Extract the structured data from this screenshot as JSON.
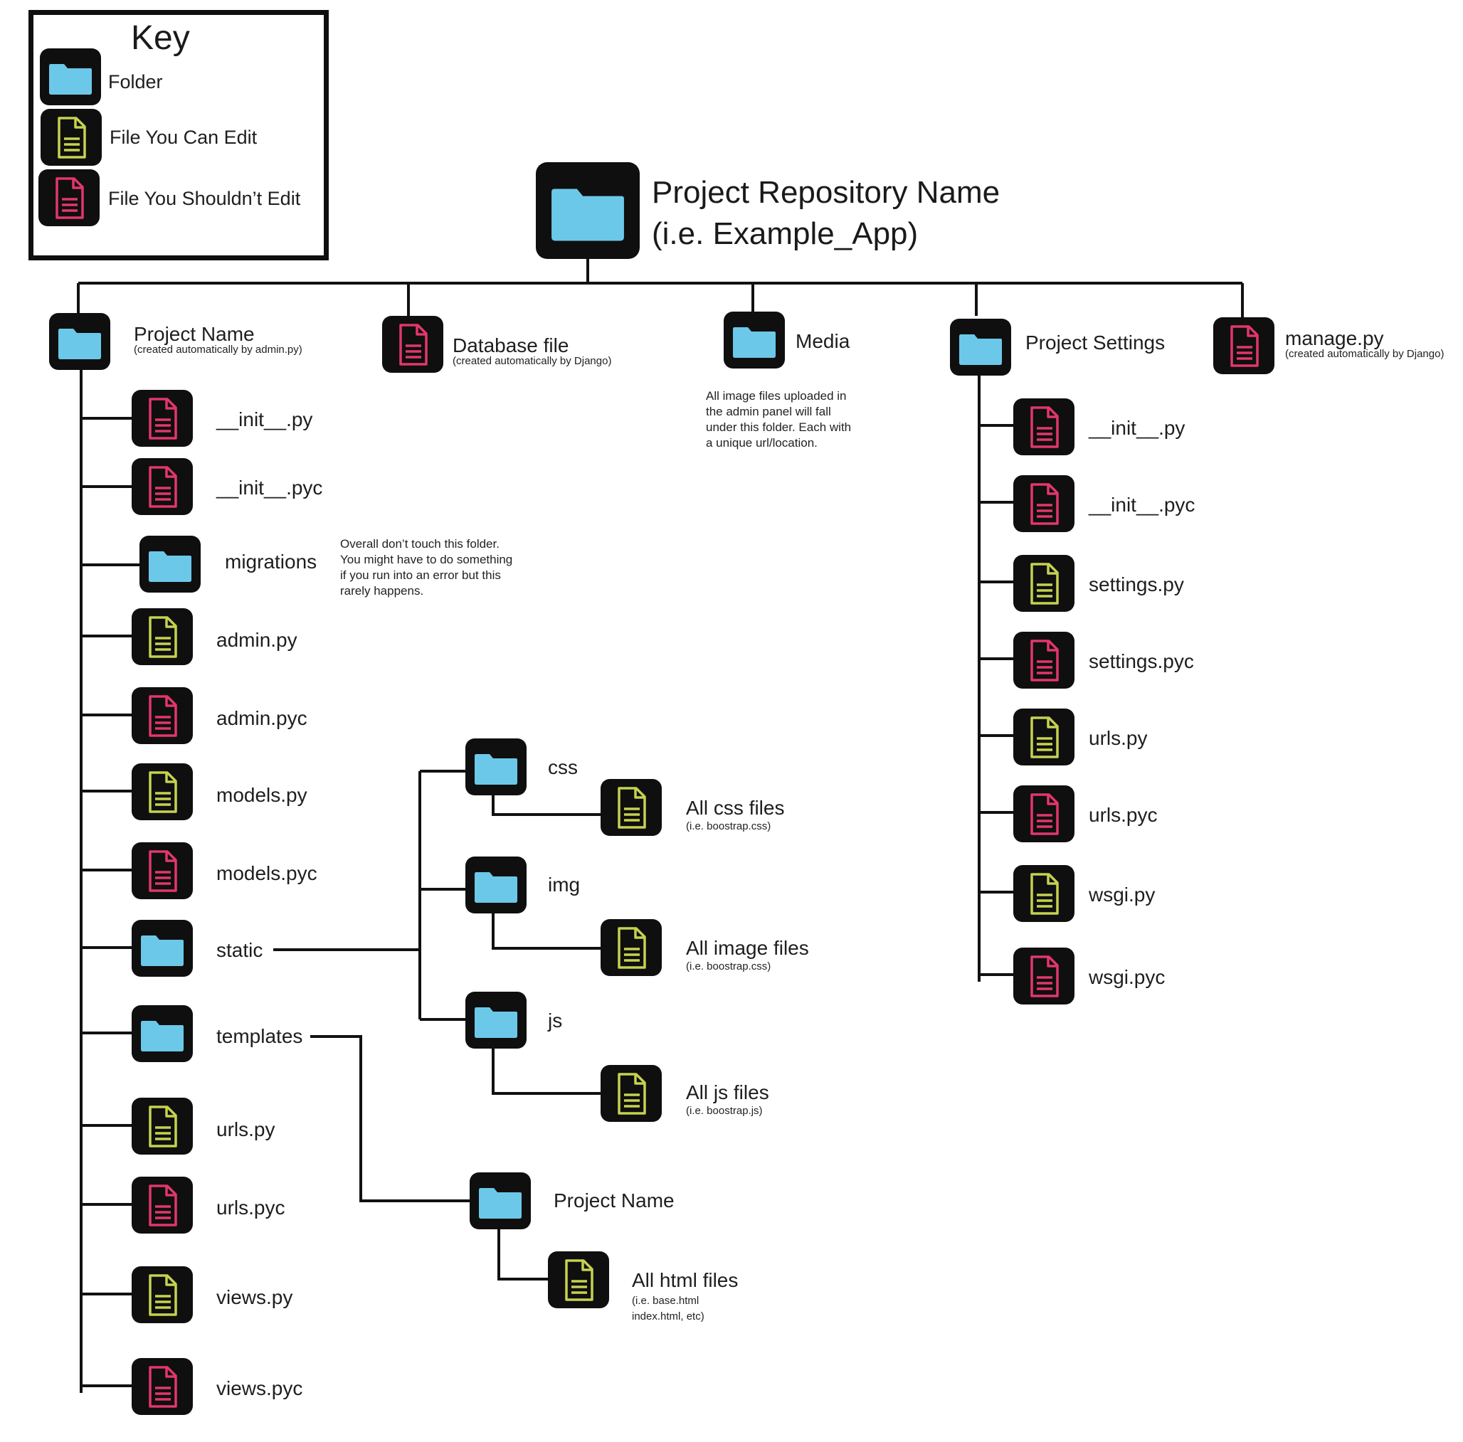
{
  "colors": {
    "folder": "#6cc8e9",
    "editable": "#c5d24f",
    "not_editable": "#e2376c",
    "icon_bg": "#0f0f0f",
    "line": "#111111"
  },
  "key": {
    "title": "Key",
    "items": [
      {
        "icon": "folder-icon",
        "label": "Folder"
      },
      {
        "icon": "editable-file-icon",
        "label": "File You Can Edit"
      },
      {
        "icon": "protected-file-icon",
        "label": "File You Shouldn’t Edit"
      }
    ]
  },
  "root": {
    "title_line1": "Project Repository Name",
    "title_line2": "(i.e. Example_App)"
  },
  "top_level": [
    {
      "label": "Project Name",
      "sub": "(created automatically by admin.py)"
    },
    {
      "label": "Database file",
      "sub": "(created automatically by Django)"
    },
    {
      "label": "Media",
      "note": [
        "All image files uploaded in",
        "the admin panel will fall",
        "under this folder. Each with",
        "a unique url/location."
      ]
    },
    {
      "label": "Project Settings"
    },
    {
      "label": "manage.py",
      "sub": "(created automatically by Django)"
    }
  ],
  "project_name_children": [
    {
      "label": "__init__.py",
      "type": "no-edit"
    },
    {
      "label": "__init__.pyc",
      "type": "no-edit"
    },
    {
      "label": "migrations",
      "type": "folder",
      "note": [
        "Overall don’t touch this folder.",
        "You might have to do something",
        "if you run into an error but this",
        "rarely happens."
      ]
    },
    {
      "label": "admin.py",
      "type": "edit"
    },
    {
      "label": "admin.pyc",
      "type": "no-edit"
    },
    {
      "label": "models.py",
      "type": "edit"
    },
    {
      "label": "models.pyc",
      "type": "no-edit"
    },
    {
      "label": "static",
      "type": "folder"
    },
    {
      "label": "templates",
      "type": "folder"
    },
    {
      "label": "urls.py",
      "type": "edit"
    },
    {
      "label": "urls.pyc",
      "type": "no-edit"
    },
    {
      "label": "views.py",
      "type": "edit"
    },
    {
      "label": "views.pyc",
      "type": "no-edit"
    }
  ],
  "static_children": [
    {
      "label": "css",
      "file": "All css files",
      "file_sub": "(i.e. boostrap.css)"
    },
    {
      "label": "img",
      "file": "All image files",
      "file_sub": "(i.e. boostrap.css)"
    },
    {
      "label": "js",
      "file": "All js files",
      "file_sub": "(i.e. boostrap.js)"
    }
  ],
  "templates_children": {
    "folder": "Project Name",
    "file": "All html files",
    "file_sub_lines": [
      "(i.e. base.html",
      "index.html, etc)"
    ]
  },
  "settings_children": [
    {
      "label": "__init__.py",
      "type": "no-edit"
    },
    {
      "label": "__init__.pyc",
      "type": "no-edit"
    },
    {
      "label": "settings.py",
      "type": "edit"
    },
    {
      "label": "settings.pyc",
      "type": "no-edit"
    },
    {
      "label": "urls.py",
      "type": "edit"
    },
    {
      "label": "urls.pyc",
      "type": "no-edit"
    },
    {
      "label": "wsgi.py",
      "type": "edit"
    },
    {
      "label": "wsgi.pyc",
      "type": "no-edit"
    }
  ]
}
